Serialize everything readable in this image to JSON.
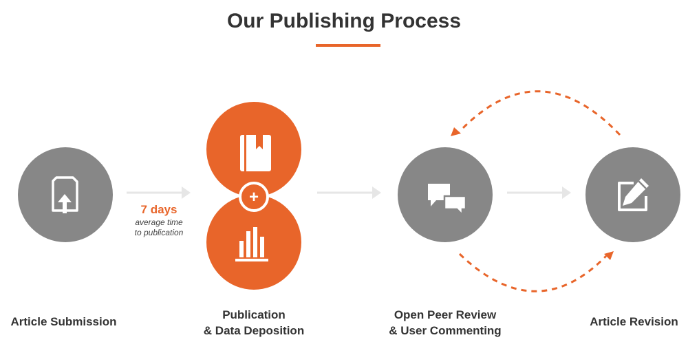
{
  "title": "Our Publishing Process",
  "colors": {
    "accent": "#E8652A",
    "step_gray": "#878787",
    "connector": "#E6E6E6",
    "text": "#333333"
  },
  "steps": [
    {
      "lines": [
        "Article Submission"
      ],
      "icon": "upload-document-icon"
    },
    {
      "lines": [
        "Publication",
        "& Data Deposition"
      ],
      "icons": [
        "book-icon",
        "bar-chart-icon"
      ]
    },
    {
      "lines": [
        "Open Peer Review",
        "& User Commenting"
      ],
      "icon": "chat-bubbles-icon"
    },
    {
      "lines": [
        "Article Revision"
      ],
      "icon": "edit-icon"
    }
  ],
  "turnaround": {
    "value": "7 days",
    "line1": "average time",
    "line2": "to publication"
  },
  "plus_symbol": "+"
}
